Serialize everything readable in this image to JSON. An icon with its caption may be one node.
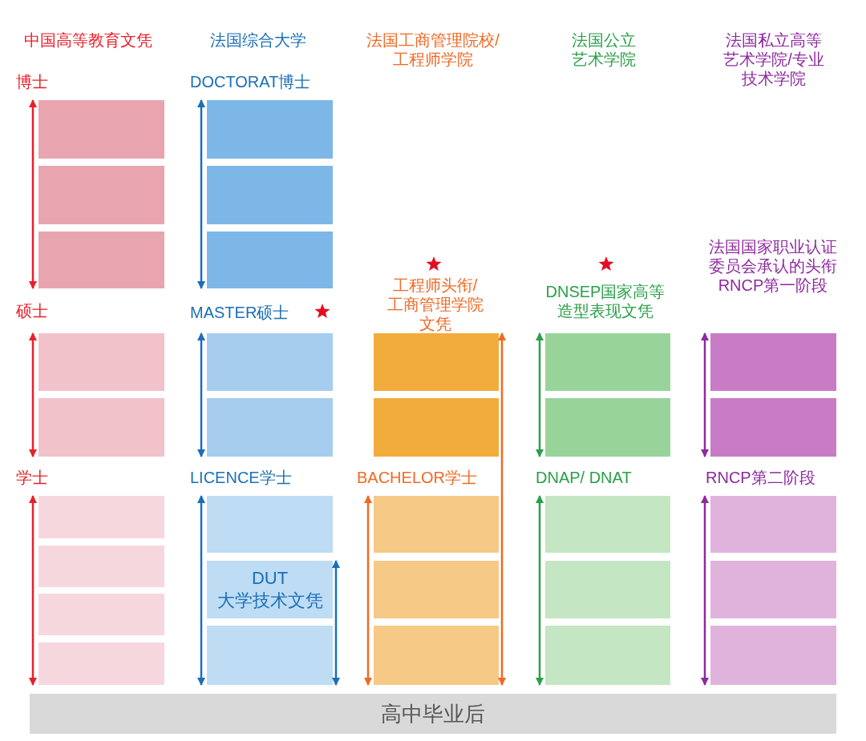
{
  "diagram": {
    "nodes": [
      {
        "text": [],
        "shape": "box"
      },
      {
        "text": [],
        "shape": "box"
      },
      {
        "text": [],
        "shape": "box"
      },
      {
        "text": [],
        "shape": "box"
      },
      {
        "text": [],
        "shape": "box"
      },
      {
        "text": [],
        "shape": "box"
      },
      {
        "text": [],
        "shape": "box"
      },
      {
        "text": [],
        "shape": "box"
      },
      {
        "text": [],
        "shape": "box"
      },
      {
        "text": [],
        "shape": "box"
      },
      {
        "text": [],
        "shape": "box"
      },
      {
        "text": [],
        "shape": "box"
      },
      {
        "text": [],
        "shape": "box"
      },
      {
        "text": [],
        "shape": "box"
      },
      {
        "text": [],
        "shape": "box"
      },
      {
        "text": [],
        "shape": "box"
      },
      {
        "text": [],
        "shape": "box"
      },
      {
        "text": [],
        "shape": "box"
      },
      {
        "text": [],
        "shape": "box"
      },
      {
        "text": [],
        "shape": "box"
      },
      {
        "text": [],
        "shape": "box"
      },
      {
        "text": [
          "DUT 大学技术文凭"
        ]
      },
      {
        "text": [],
        "shape": "box"
      },
      {
        "text": [],
        "shape": "box"
      },
      {
        "text": [],
        "shape": "box"
      },
      {
        "text": [],
        "shape": "box"
      },
      {
        "text": [],
        "shape": "box"
      },
      {
        "text": [],
        "shape": "box"
      },
      {
        "text": [],
        "shape": "box"
      },
      {
        "text": [],
        "shape": "box"
      },
      {
        "text": [],
        "shape": "box"
      },
      {
        "text": [],
        "shape": "box"
      },
      {
        "text": [
          "高中毕业后"
        ]
      }
    ],
    "edges": [
      {
        "from": 0,
        "to": 2,
        "arrow": "both",
        "color": "#e8202a"
      },
      {
        "from": 3,
        "to": 5,
        "arrow": "both",
        "color": "#1a6fb8"
      },
      {
        "from": 6,
        "to": 7,
        "arrow": "both",
        "color": "#e8202a"
      },
      {
        "from": 8,
        "to": 9,
        "arrow": "both",
        "color": "#1a6fb8"
      },
      {
        "from": 10,
        "to": 25,
        "arrow": "both",
        "color": "#f06a25"
      },
      {
        "from": 12,
        "to": 13,
        "arrow": "both",
        "color": "#2aa04a"
      },
      {
        "from": 14,
        "to": 15,
        "arrow": "both",
        "color": "#8e2a9e"
      },
      {
        "from": 16,
        "to": 19,
        "arrow": "both",
        "color": "#e8202a"
      },
      {
        "from": 20,
        "to": 22,
        "arrow": "both",
        "color": "#1a6fb8"
      },
      {
        "from": 21,
        "to": 22,
        "arrow": "both",
        "color": "#1a6fb8"
      },
      {
        "from": 23,
        "to": 25,
        "arrow": "both",
        "color": "#f06a25"
      },
      {
        "from": 26,
        "to": 28,
        "arrow": "both",
        "color": "#2aa04a"
      },
      {
        "from": 29,
        "to": 31,
        "arrow": "both",
        "color": "#8e2a9e"
      }
    ],
    "labels": [
      "中国高等教育文凭",
      "法国综合大学",
      "法国工商管理院校/工程师学院",
      "法国公立艺术学院",
      "法国私立高等艺术学院/专业技术学院",
      "博士",
      "DOCTORAT博士",
      "法国国家职业认证委员会承认的头衔RNCP第一阶段",
      "工程师头衔/工商管理学院文凭",
      "DNSEP国家高等造型表现文凭",
      "硕士",
      "MASTER硕士",
      "学士",
      "LICENCE学士",
      "BACHELOR学士",
      "DNAP/ DNAT",
      "RNCP第二阶段"
    ]
  }
}
